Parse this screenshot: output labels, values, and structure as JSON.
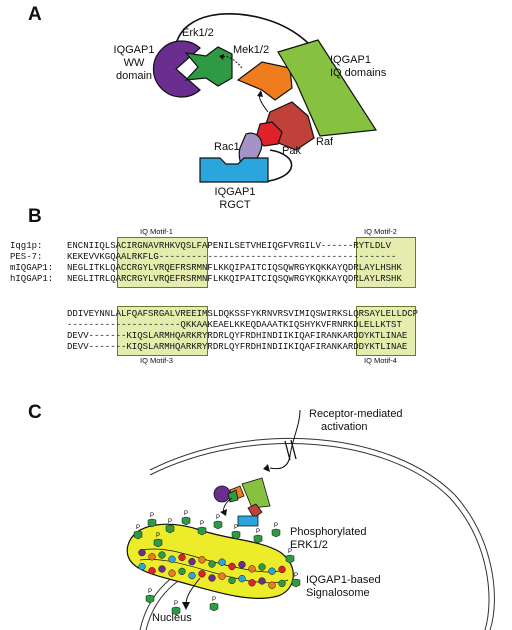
{
  "panels": {
    "a": "A",
    "b": "B",
    "c": "C"
  },
  "panel_a": {
    "ww_label": [
      "IQGAP1",
      "WW",
      "domain"
    ],
    "erk_label": "Erk1/2",
    "mek_label": "Mek1/2",
    "iq_label": [
      "IQGAP1",
      "IQ domains"
    ],
    "raf_label": "Raf",
    "pak_label": "Pak",
    "rac_label": "Rac1",
    "rgct_label": [
      "IQGAP1",
      "RGCT"
    ]
  },
  "panel_b": {
    "motif_titles": [
      "IQ Motif-1",
      "IQ Motif-2",
      "IQ Motif-3",
      "IQ Motif-4"
    ],
    "block1": [
      {
        "name": "Iqg1p:",
        "seq": "ENCNIIQLSACIRGNAVRHKVQSLFAPENILSETVHEIQGFVRGILV------RYTLDLV"
      },
      {
        "name": "PES-7:",
        "seq": "KEKEVVKGQAALRKFLG--------------------------------------------"
      },
      {
        "name": "mIQGAP1:",
        "seq": "NEGLITKLQACCRGYLVRQEFRSRMNFLKKQIPAITCIQSQWRGYKQKKAYQDRLAYLHSHK"
      },
      {
        "name": "hIQGAP1:",
        "seq": "NEGLITRLQARCRGYLVRQEFRSRMNFLKKQIPAITCIQSQWRGYKQKKAYQDRLAYLRSHK"
      }
    ],
    "block2": [
      "DDIVEYNNLALFQAFSRGALVREEIMSLDQKSSFYKRNVRSVIMIQSWIRKSLQRSAYLELLDCP",
      "---------------------QKKAAKEAELKKEQDAAATKIQSHYKVFRNRKDLELLKTST",
      "DEVV-------KIQSLARMHQARKRYRDRLQYFRDHINDIIKIQAFIRANKARDDYKTLINAE",
      "DEVV-------KIQSLARMHQARKRYRDRLQYFRDHINDIIKIQAFIRANKARDDYKTLINAE"
    ]
  },
  "panel_c": {
    "receptor_label": [
      "Receptor-mediated",
      "activation"
    ],
    "perk_label": [
      "Phosphorylated",
      "ERK1/2"
    ],
    "signalosome_label": [
      "IQGAP1-based",
      "Signalosome"
    ],
    "nucleus_label": "Nucleus",
    "phospho_mark": "P"
  },
  "colors": {
    "ww_purple": "#6a2e8e",
    "erk_green": "#2e9a44",
    "mek_orange": "#ef7d1e",
    "iq_green": "#86c23f",
    "raf_brown": "#c0413a",
    "pak_red": "#e0212a",
    "rac_lavender": "#a494c6",
    "rgct_blue": "#2aa6dd",
    "motif_fill": "#e4edae",
    "mito_yellow": "#ecec2a"
  }
}
